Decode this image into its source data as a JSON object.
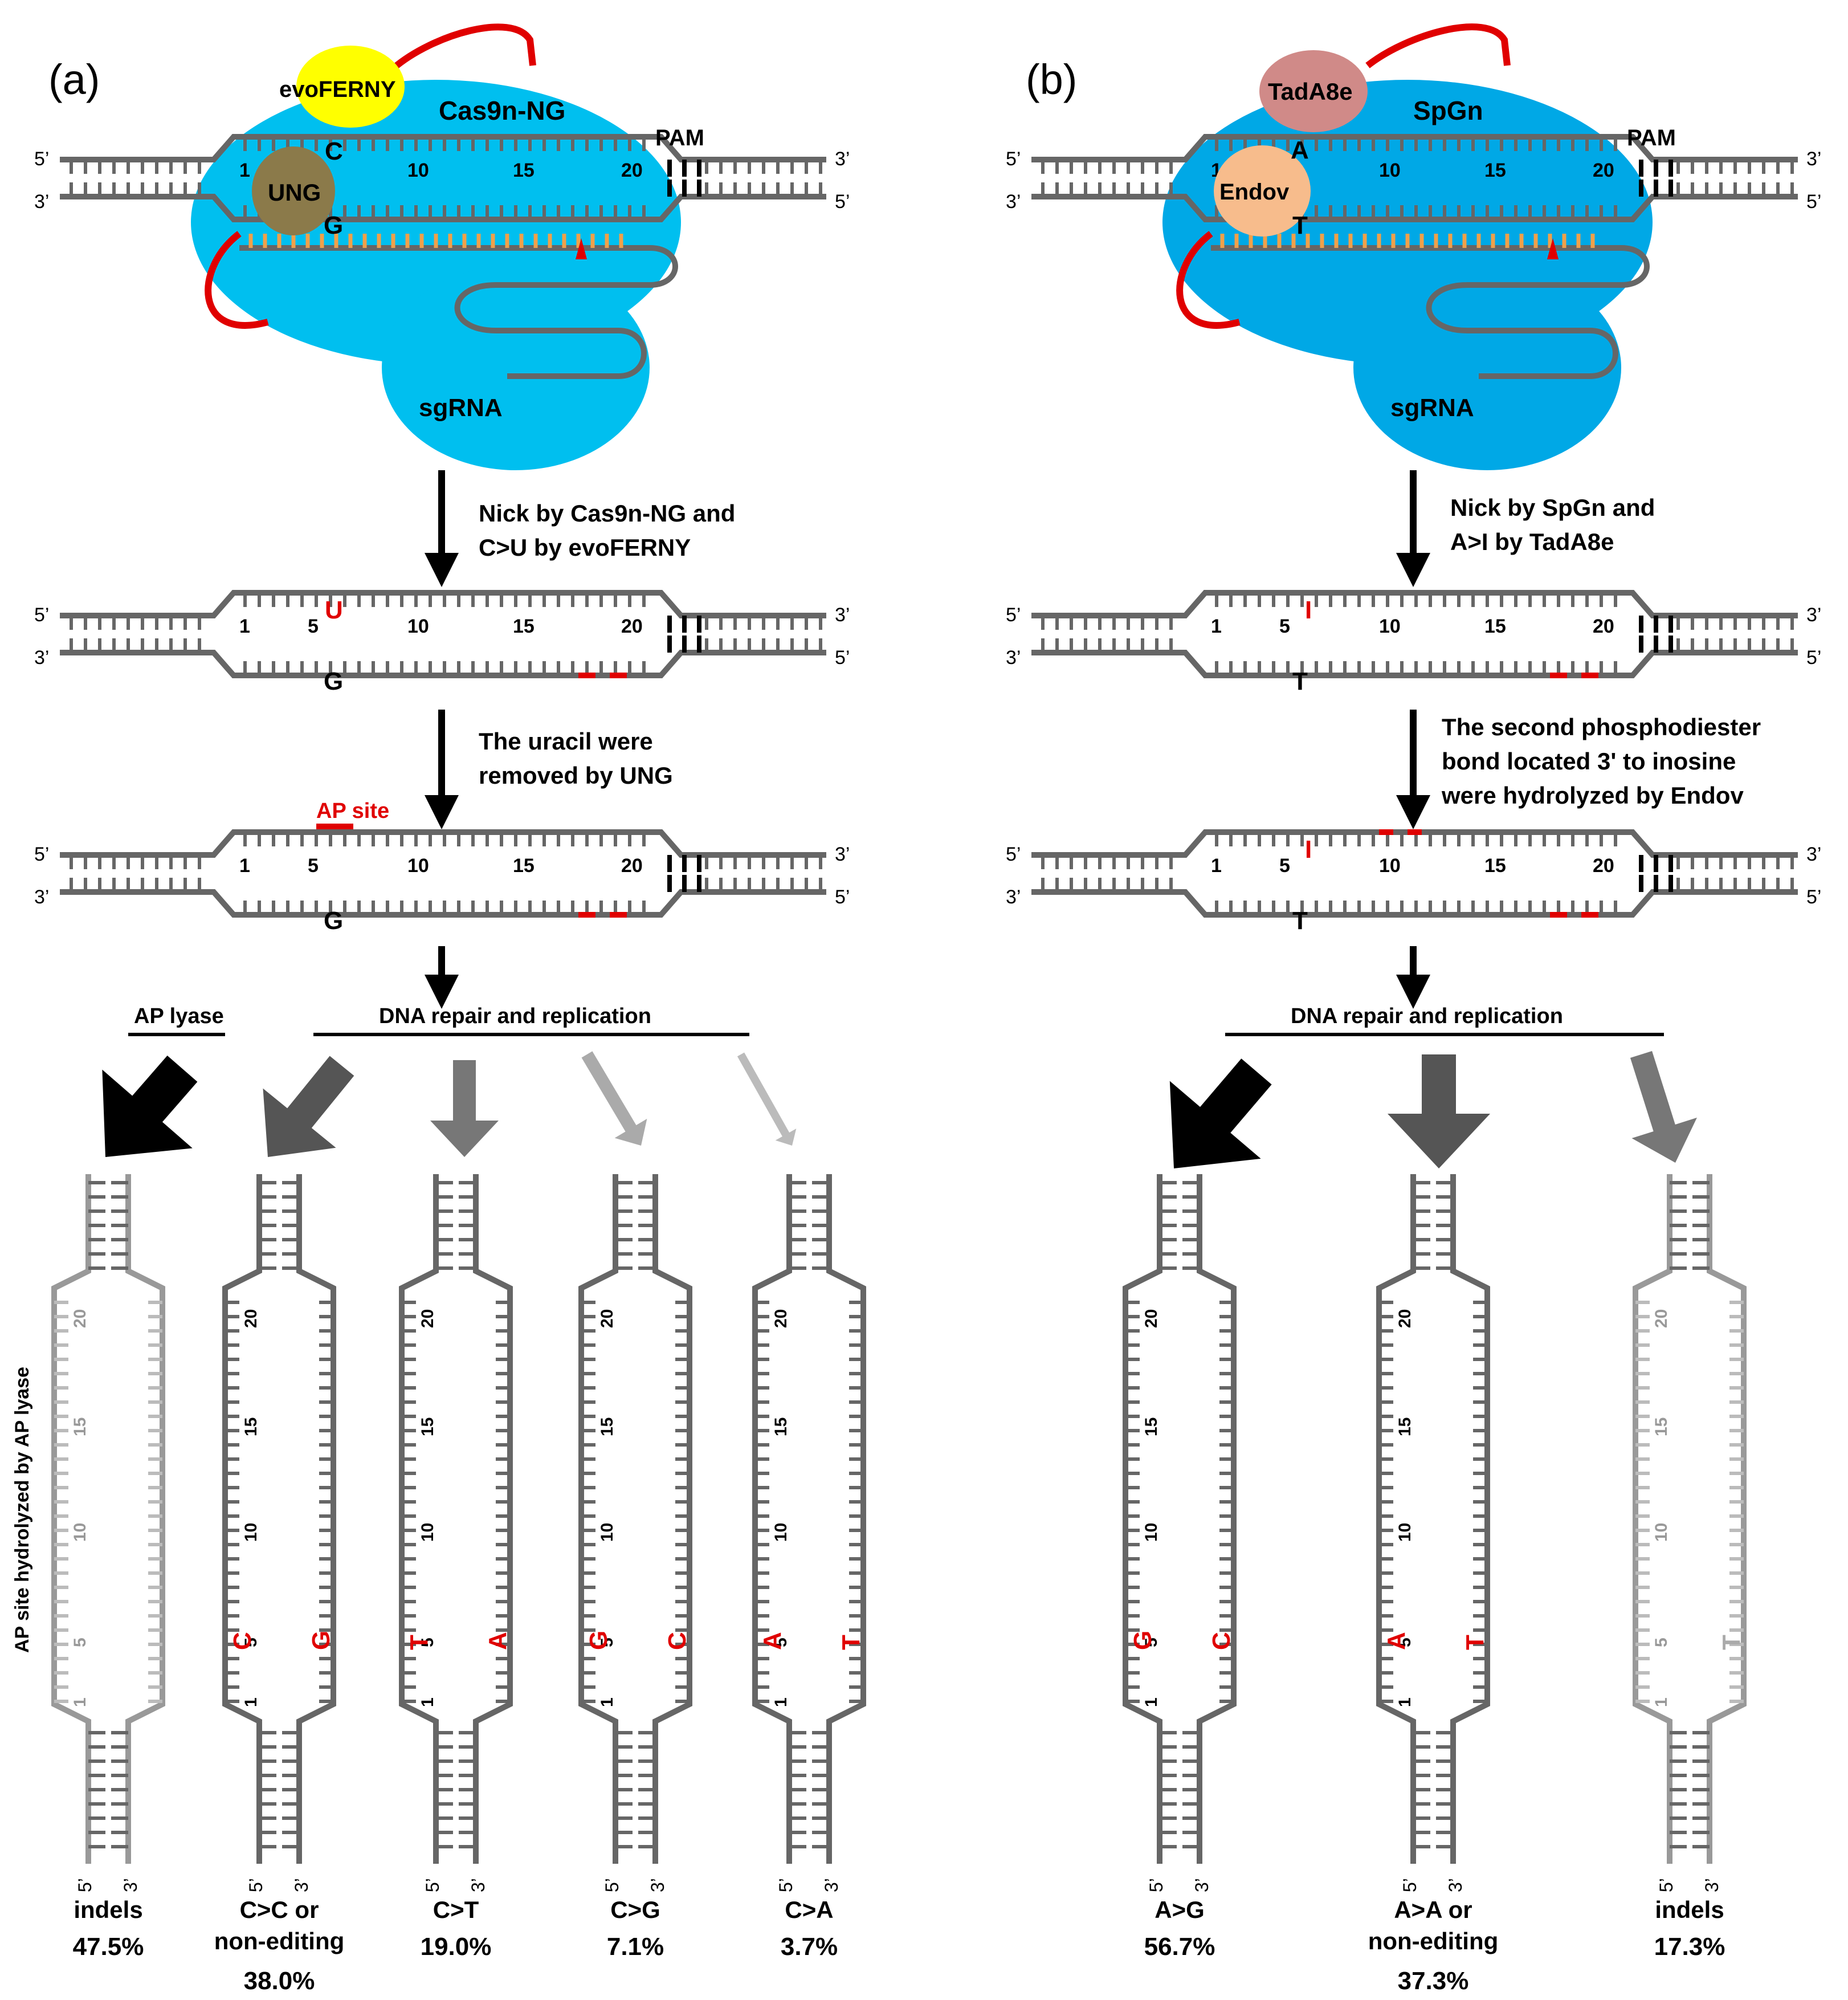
{
  "panel_a": {
    "label": "(a)",
    "enzyme_deaminase": "evoFERNY",
    "enzyme_cas": "Cas9n-NG",
    "enzyme_glycosylase": "UNG",
    "sgrna": "sgRNA",
    "pam": "PAM",
    "top_base": "C",
    "bottom_base": "G",
    "step1": [
      "Nick by Cas9n-NG and",
      " C>U by evoFERNY"
    ],
    "edited_base_1": "U",
    "step2": [
      "The uracil were",
      "removed by UNG"
    ],
    "ap_site": "AP site",
    "ap_lyase": "AP lyase",
    "repair": "DNA repair and replication",
    "vertical_note": "AP site hydrolyzed by AP lyase",
    "outcomes": [
      {
        "label_lines": [
          "indels"
        ],
        "percent": "47.5%",
        "left_base": "",
        "right_base": ""
      },
      {
        "label_lines": [
          "C>C or",
          "non-editing"
        ],
        "percent": "38.0%",
        "left_base": "C",
        "right_base": "G"
      },
      {
        "label_lines": [
          "C>T"
        ],
        "percent": "19.0%",
        "left_base": "T",
        "right_base": "A"
      },
      {
        "label_lines": [
          "C>G"
        ],
        "percent": "7.1%",
        "left_base": "G",
        "right_base": "C"
      },
      {
        "label_lines": [
          "C>A"
        ],
        "percent": "3.7%",
        "left_base": "A",
        "right_base": "T"
      }
    ]
  },
  "panel_b": {
    "label": "(b)",
    "enzyme_deaminase": "TadA8e",
    "enzyme_cas": "SpGn",
    "enzyme_nuclease": "Endov",
    "sgrna": "sgRNA",
    "pam": "PAM",
    "top_base": "A",
    "bottom_base": "T",
    "step1": [
      "Nick by SpGn and",
      " A>I by TadA8e"
    ],
    "edited_base_1": "I",
    "step2": [
      "The second phosphodiester",
      "bond  located 3' to inosine",
      "were  hydrolyzed by Endov"
    ],
    "repair": "DNA repair and replication",
    "outcomes": [
      {
        "label_lines": [
          "A>G"
        ],
        "percent": "56.7%",
        "left_base": "G",
        "right_base": "C"
      },
      {
        "label_lines": [
          "A>A or",
          "non-editing"
        ],
        "percent": "37.3%",
        "left_base": "A",
        "right_base": "T"
      },
      {
        "label_lines": [
          "indels"
        ],
        "percent": "17.3%",
        "left_base": "",
        "right_base": "T"
      }
    ]
  },
  "position_labels": [
    "1",
    "5",
    "10",
    "15",
    "20"
  ],
  "strand_ends": {
    "five": "5’",
    "three": "3’"
  },
  "colors": {
    "cas9_blob": "#00bfef",
    "spgn_blob": "#00a8e6",
    "evoferny": "#ffff00",
    "ung": "#8b7a4a",
    "tada8e": "#d08a88",
    "endov": "#f7bc8c",
    "linker": "#e00000",
    "strand": "#666666",
    "rna_rungs": "#f0a04a",
    "edit_red": "#e00000"
  }
}
